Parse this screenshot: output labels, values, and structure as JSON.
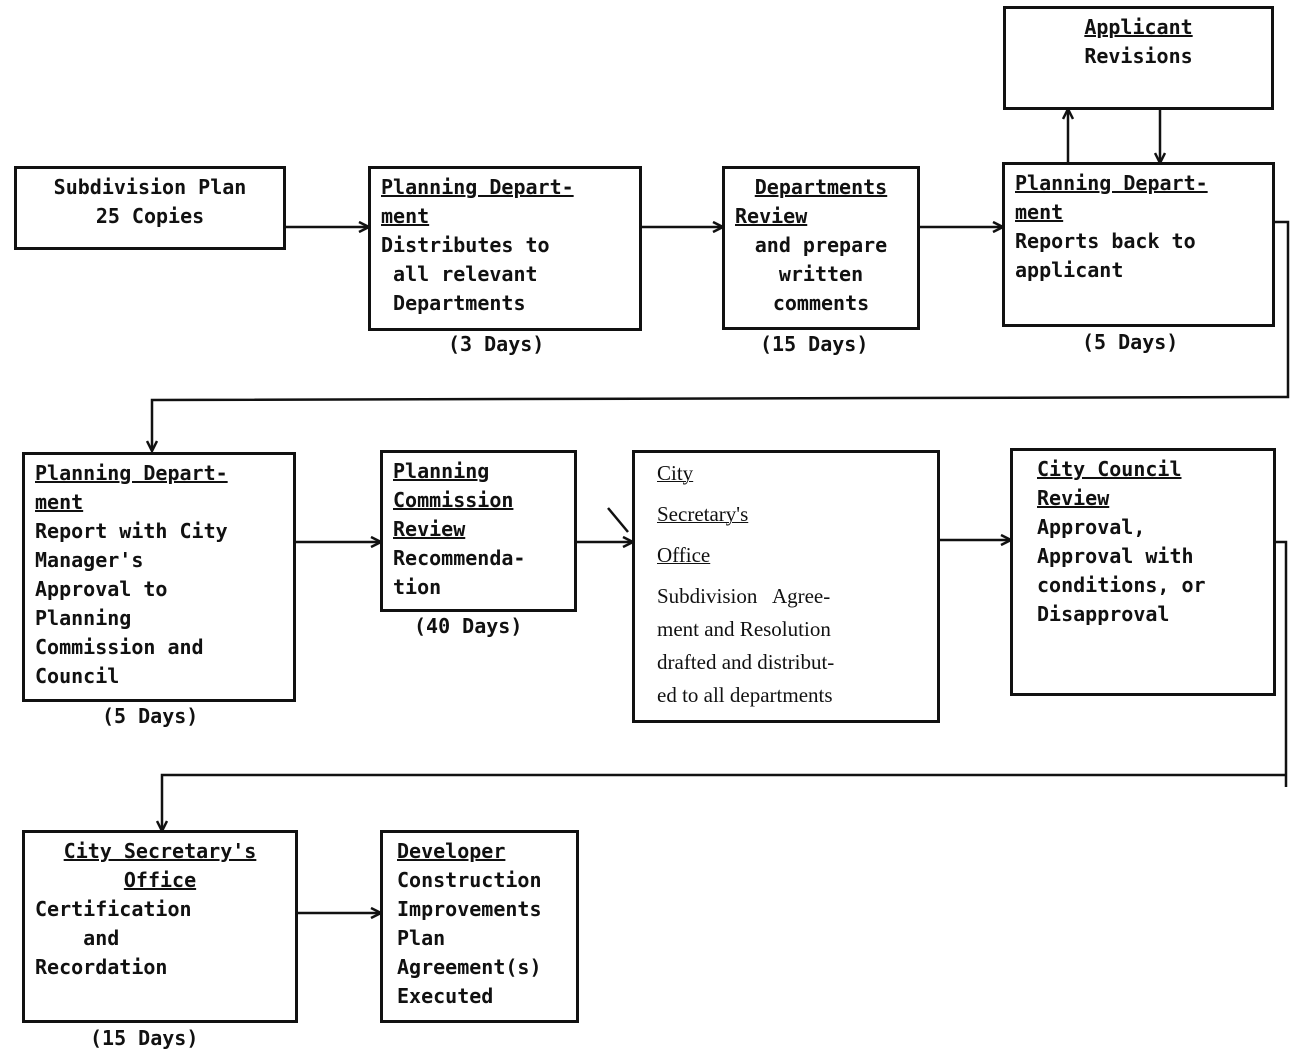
{
  "row1": {
    "plan": {
      "lines": [
        "Subdivision Plan",
        "25 Copies"
      ]
    },
    "distribute": {
      "title_lines": [
        "Planning Depart-",
        "ment"
      ],
      "lines": [
        "Distributes to",
        " all relevant",
        " Departments"
      ],
      "duration": "(3 Days)"
    },
    "review": {
      "title_lines": [
        "Departments",
        "Review"
      ],
      "lines": [
        "and prepare",
        "written",
        "comments"
      ],
      "duration": "(15 Days)"
    },
    "report_back": {
      "title_lines": [
        "Planning Depart-",
        "ment"
      ],
      "lines": [
        "Reports back to",
        "applicant"
      ],
      "duration": "(5 Days)"
    },
    "revisions": {
      "title_lines": [
        "Applicant"
      ],
      "lines": [
        "Revisions"
      ]
    }
  },
  "row2": {
    "city_manager": {
      "title_lines": [
        "Planning Depart-",
        "ment"
      ],
      "lines": [
        "Report with City",
        "Manager's",
        "Approval to",
        "Planning",
        "Commission and",
        "Council"
      ],
      "duration": "(5 Days)"
    },
    "commission": {
      "title_lines": [
        "Planning",
        "Commission",
        "Review"
      ],
      "lines": [
        "Recommenda-",
        "tion"
      ],
      "duration": "(40 Days)"
    },
    "secretary": {
      "title_lines": [
        "City",
        "Secretary's",
        "Office"
      ],
      "lines": [
        "Subdivision   Agree-",
        "ment and Resolution",
        "drafted and distribut-",
        "ed to all departments"
      ]
    },
    "council": {
      "title_lines": [
        "City Council",
        "Review"
      ],
      "lines": [
        "Approval,",
        "Approval with",
        "conditions, or",
        "Disapproval"
      ]
    }
  },
  "row3": {
    "certification": {
      "title_lines": [
        "City Secretary's",
        "Office"
      ],
      "lines": [
        "Certification",
        "    and",
        "Recordation"
      ],
      "duration": "(15 Days)"
    },
    "developer": {
      "title_lines": [
        "Developer"
      ],
      "lines": [
        "Construction",
        "Improvements",
        "Plan",
        "Agreement(s)",
        "Executed"
      ]
    }
  }
}
